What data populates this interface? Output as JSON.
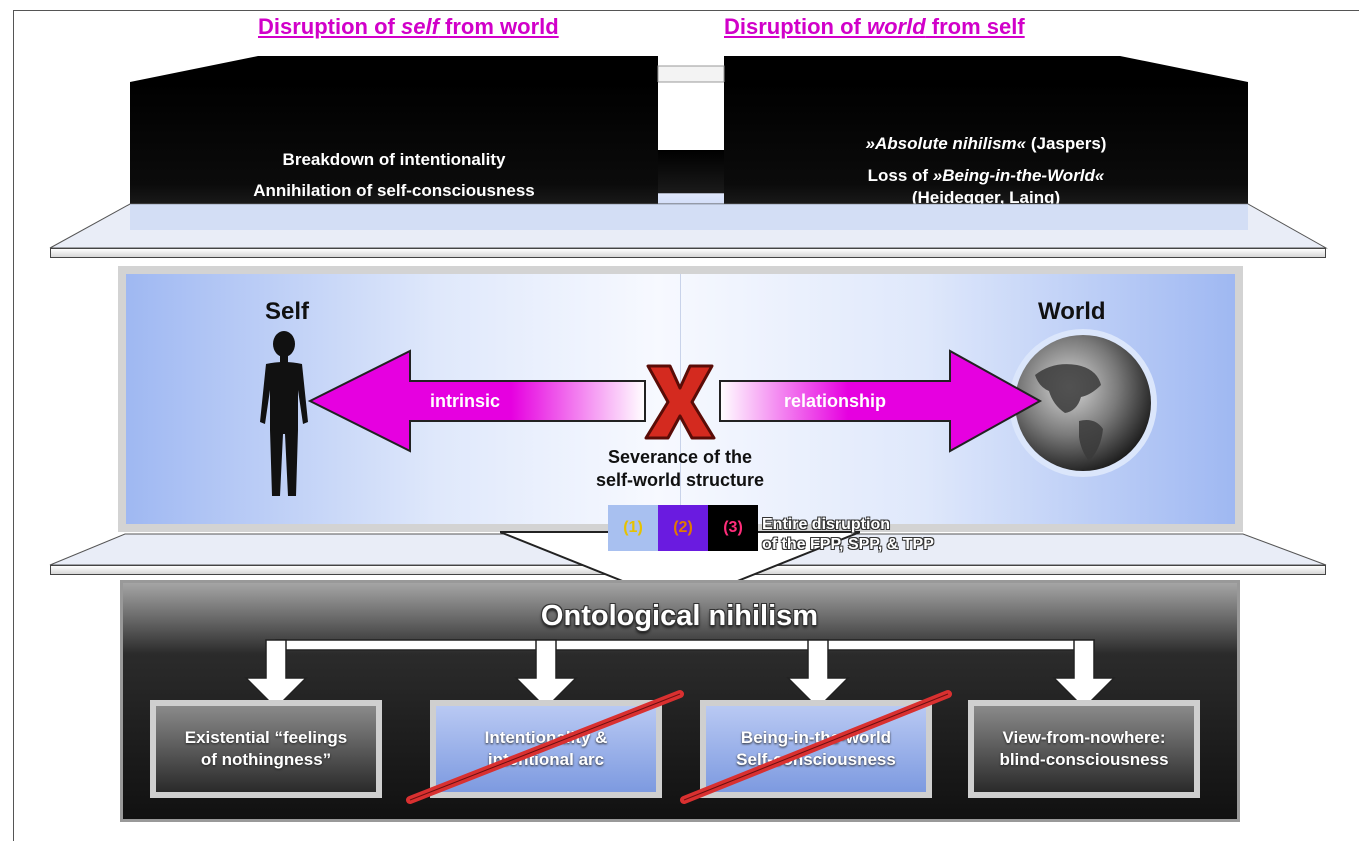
{
  "headings": {
    "left_part1": "Disruption of ",
    "left_em": "self",
    "left_part2": " from world",
    "right_part1": "Disruption of ",
    "right_em": "world",
    "right_part2": " from self"
  },
  "top_left_box": {
    "line1": "Breakdown of intentionality",
    "line2": "Annihilation of self-consciousness"
  },
  "top_right_box": {
    "line1_em": "»Absolute nihilism«",
    "line1_rest": " (Jaspers)",
    "line2_pre": "Loss of ",
    "line2_em": "»Being-in-the-World«",
    "line3": "(Heidegger, Laing)"
  },
  "middle": {
    "self_label": "Self",
    "world_label": "World",
    "arrow_left_text": "intrinsic",
    "arrow_right_text": "relationship",
    "x_mark": "X",
    "severance_line1": "Severance of the",
    "severance_line2": "self-world structure",
    "num1": "(1)",
    "num2": "(2)",
    "num3": "(3)",
    "disruption_line1": "Entire disruption",
    "disruption_line2": "of the FPP, SPP, & TPP"
  },
  "bottom": {
    "title": "Ontological nihilism",
    "boxes": [
      {
        "line1": "Existential “feelings",
        "line2": "of nothingness”"
      },
      {
        "line1": "Intentionality &",
        "line2": "intentional arc"
      },
      {
        "line1": "Being-in-the-world",
        "line2": "Self-consciousness"
      },
      {
        "line1": "View-from-nowhere:",
        "line2": "blind-consciousness"
      }
    ]
  },
  "colors": {
    "heading": "#d100c9",
    "arrow": "#e600e0",
    "x_mark": "#d42a1f",
    "num1": "#e6c200",
    "num2": "#e07b00",
    "num3": "#ff2d7a",
    "strike": "#d93030"
  },
  "icons": {
    "person": "person-silhouette-icon",
    "globe": "globe-icon"
  }
}
